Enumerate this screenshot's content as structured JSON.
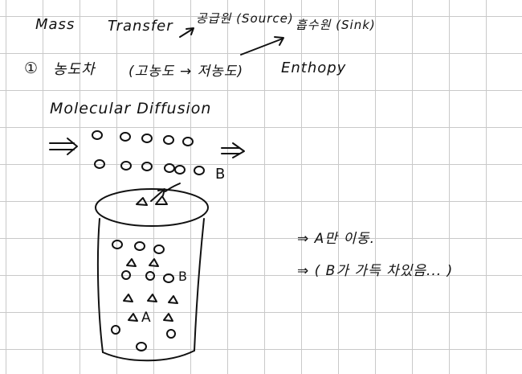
{
  "header": {
    "mass": "Mass",
    "transfer": "Transfer",
    "source": "공급원 (Source)",
    "sink": "흡수원 (Sink)"
  },
  "driving_force": {
    "number": "①",
    "label": "농도차",
    "range": "(고농도 → 저농도)",
    "entropy": "Enthopy"
  },
  "section": {
    "title": "Molecular Diffusion"
  },
  "diagram": {
    "label_b": "B",
    "label_a": "A",
    "label_b_inside": "B"
  },
  "notes": {
    "line1": "⇒ A만 이동.",
    "line2": "⇒ ( B가 가득 차있음... )"
  },
  "colors": {
    "ink": "#111111",
    "grid": "#c9c9c9",
    "background": "#ffffff"
  }
}
